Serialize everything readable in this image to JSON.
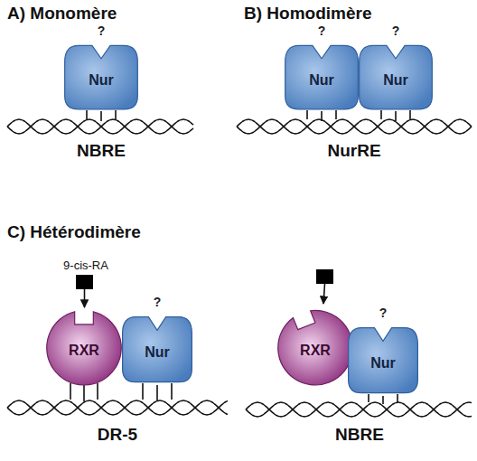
{
  "diagram": {
    "nodes": [
      {
        "text": [
          "?",
          "Nur"
        ]
      },
      {
        "text": [
          "?",
          "Nur"
        ]
      },
      {
        "text": [
          "?",
          "Nur"
        ]
      },
      {
        "text": [
          "RXR"
        ]
      },
      {
        "text": [
          "?",
          "Nur"
        ]
      },
      {
        "text": [
          "RXR"
        ]
      },
      {
        "text": [
          "?",
          "Nur"
        ]
      }
    ],
    "labels": [
      "A) Monomère",
      "NBRE",
      "B) Homodimère",
      "NurRE",
      "C) Hétérodimère",
      "9-cis-RA",
      "DR-5",
      "NBRE"
    ]
  }
}
